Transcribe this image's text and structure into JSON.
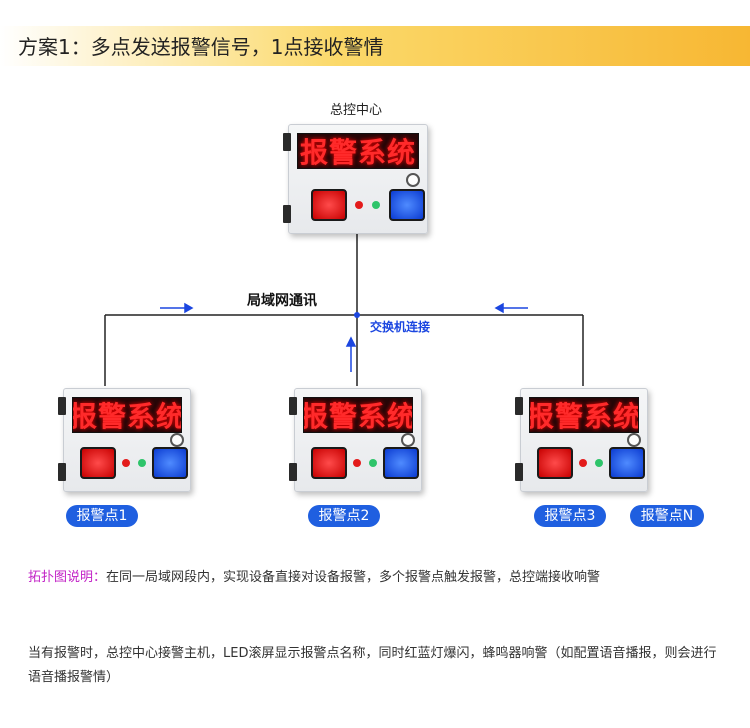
{
  "header": {
    "title": "方案1：多点发送报警信号，1点接收警情"
  },
  "center": {
    "label": "总控中心",
    "display": "报警系统"
  },
  "network": {
    "lan_label": "局域网通讯",
    "switch_label": "交换机连接"
  },
  "points": [
    {
      "label": "报警点1",
      "display": "报警系统"
    },
    {
      "label": "报警点2",
      "display": "报警系统"
    },
    {
      "label": "报警点3",
      "display": "报警系统"
    },
    {
      "label": "报警点N"
    }
  ],
  "description": {
    "lead": "拓扑图说明：",
    "line1": "在同一局域网段内，实现设备直接对设备报警，多个报警点触发报警，总控端接收响警",
    "line2": "当有报警时，总控中心接警主机，LED滚屏显示报警点名称，同时红蓝灯爆闪，蜂鸣器响警（如配置语音播报，则会进行语音播报警情）"
  },
  "colors": {
    "header_gradient_end": "#f7b733",
    "pill_blue": "#1f5fe0",
    "switch_blue": "#1b46e0",
    "lead_magenta": "#c222c6",
    "led_red": "#ff2a2a"
  }
}
